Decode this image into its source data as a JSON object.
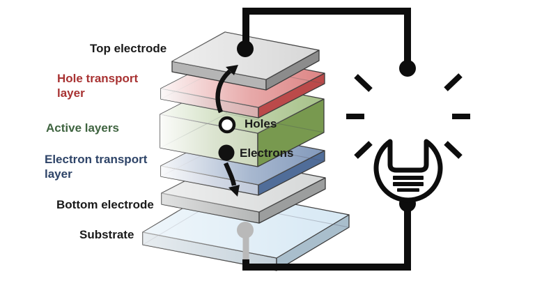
{
  "background": "#ffffff",
  "stack": {
    "labels": [
      {
        "text": "Top electrode",
        "color": "#1a1a1a"
      },
      {
        "text": "Hole transport layer",
        "color": "#a83232"
      },
      {
        "text": "Active layers",
        "color": "#3f6440"
      },
      {
        "text": "Electron transport layer",
        "color": "#2e4468"
      },
      {
        "text": "Bottom electrode",
        "color": "#1a1a1a"
      },
      {
        "text": "Substrate",
        "color": "#1a1a1a"
      }
    ],
    "layers": [
      {
        "name": "Top electrode",
        "color_top": "#d7d7d7",
        "color_left": "#b5b5b5",
        "color_right": "#8c8c8c"
      },
      {
        "name": "Hole transport layer",
        "color_top": "#dd8484",
        "color_left": "#d8aeae",
        "color_right": "#bb4a4a"
      },
      {
        "name": "Active layers",
        "color_top": "#a6c188",
        "color_left": "#ccd8bc",
        "color_right": "#78994f"
      },
      {
        "name": "Electron transport layer",
        "color_top": "#8299bb",
        "color_left": "#c0c9da",
        "color_right": "#506d99"
      },
      {
        "name": "Bottom electrode",
        "color_top": "#d5d7d7",
        "color_left": "#b3b5b5",
        "color_right": "#9c9e9e"
      },
      {
        "name": "Substrate",
        "color_top": "#d6e8f4",
        "color_left": "#c4d1da",
        "color_right": "#a9becc"
      }
    ],
    "outline_color": "#3b3b3b"
  },
  "carriers": {
    "holes": {
      "label": "Holes",
      "marker": "open-circle",
      "color": "#111111"
    },
    "electrons": {
      "label": "Electrons",
      "marker": "filled-circle",
      "color": "#111111"
    }
  },
  "circuit": {
    "wire_color": "#0d0d0d",
    "hidden_wire_color": "#b9b9b9",
    "bulb_icon": "light-bulb-icon"
  }
}
